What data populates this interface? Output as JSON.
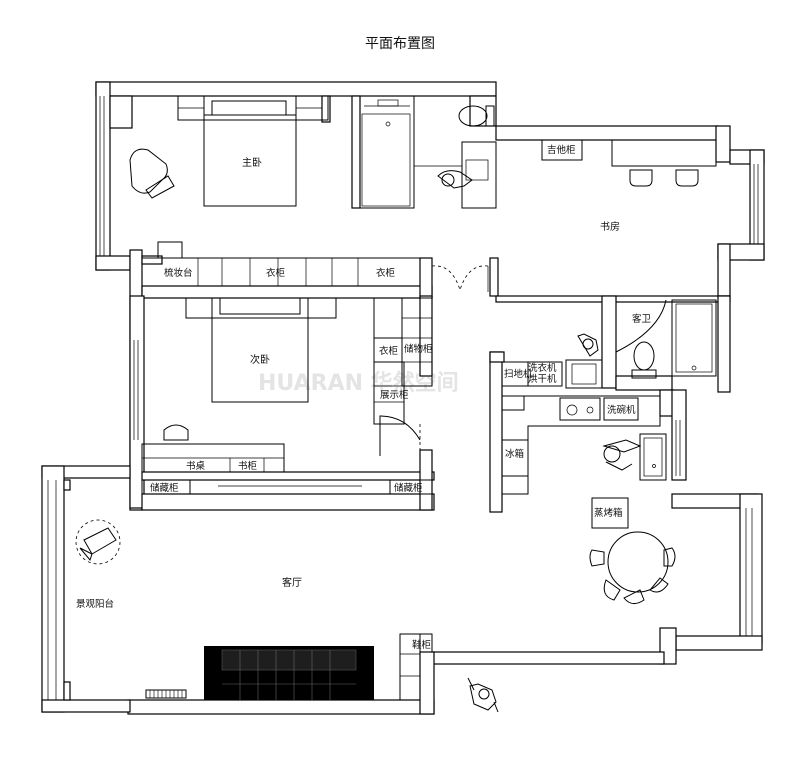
{
  "title": "平面布置图",
  "watermark": "HUARAN 华然空间",
  "rooms": {
    "master_bedroom": "主卧",
    "study": "书房",
    "second_bedroom": "次卧",
    "guest_bath": "客卫",
    "living_room": "客厅",
    "balcony": "景观阳台"
  },
  "furniture": {
    "guitar_cabinet": "吉他柜",
    "dresser": "梳妆台",
    "wardrobe_1": "衣柜",
    "wardrobe_2": "衣柜",
    "wardrobe_3": "衣柜",
    "storage_cabinet_1": "储物柜",
    "display_cabinet": "展示柜",
    "desk": "书桌",
    "bookcase": "书柜",
    "storage_left": "储藏柜",
    "storage_right": "储藏柜",
    "sweeper": "扫地机",
    "washer_1": "洗衣机",
    "washer_2": "烘干机",
    "dishwasher": "洗碗机",
    "fridge": "冰箱",
    "steam_oven": "蒸烤箱",
    "shoe_cabinet": "鞋柜"
  }
}
